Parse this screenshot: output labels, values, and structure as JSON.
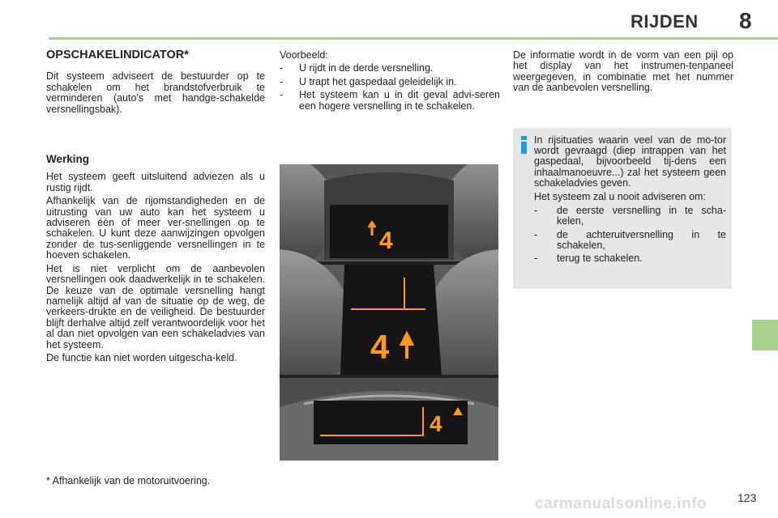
{
  "header": {
    "title": "RIJDEN",
    "chapter_number": "8"
  },
  "left_column": {
    "section_title": "OPSCHAKELINDICATOR*",
    "intro": "Dit systeem adviseert de bestuurder op te schakelen om het brandstofverbruik te verminderen (auto's met handge-schakelde versnellingsbak).",
    "subsection_title": "Werking",
    "paragraphs": [
      "Het systeem geeft uitsluitend adviezen als u rustig rijdt.",
      "Afhankelijk van de rijomstandigheden en de uitrusting van uw auto kan het systeem u adviseren één of meer ver-snellingen op te schakelen. U kunt deze aanwijzingen opvolgen zonder de tus-senliggende versnellingen in te hoeven schakelen.",
      "Het is niet verplicht om de aanbevolen versnellingen ook daadwerkelijk in te schakelen. De keuze van de optimale versnelling hangt namelijk altijd af van de situatie op de weg, de verkeers-drukte en de veiligheid. De bestuurder blijft derhalve altijd zelf verantwoordelijk voor het al dan niet opvolgen van een schakeladvies van het systeem.",
      "De functie kan niet worden uitgescha-keld."
    ]
  },
  "middle_column": {
    "example_label": "Voorbeeld:",
    "dash": "-",
    "items": [
      "U rijdt in de derde versnelling.",
      "U trapt het gaspedaal geleidelijk in.",
      "Het systeem kan u in dit geval advi-seren een hogere versnelling in te schakelen."
    ]
  },
  "right_column": {
    "text": "De informatie wordt in de vorm van een pijl op het display van het instrumen-tenpaneel weergegeven, in combinatie met het nummer van de aanbevolen versnelling."
  },
  "info_box": {
    "icon": "info-icon",
    "paragraph_1": "In rijsituaties waarin veel van de mo-tor wordt gevraagd (diep intrappen van het gaspedaal, bijvoorbeeld tij-dens een inhaalmanoeuvre...) zal het systeem geen schakeladvies geven.",
    "paragraph_2": "Het systeem zal u nooit adviseren om:",
    "dash": "-",
    "items": [
      "de eerste versnelling in te scha-kelen,",
      "de achteruitversnelling in te schakelen,",
      "terug te schakelen."
    ]
  },
  "photo": {
    "gear_top": "4",
    "gear_middle": "4",
    "gear_bottom": "4"
  },
  "footnote": "* Afhankelijk van de motoruitvoering.",
  "page_number": "123",
  "watermark": "carmanualsonline.info",
  "colors": {
    "accent_green": "#a9d18e",
    "info_blue": "#1aa0d9",
    "display_orange": "#ff9a1a",
    "info_box_bg": "#e6e6e6"
  }
}
